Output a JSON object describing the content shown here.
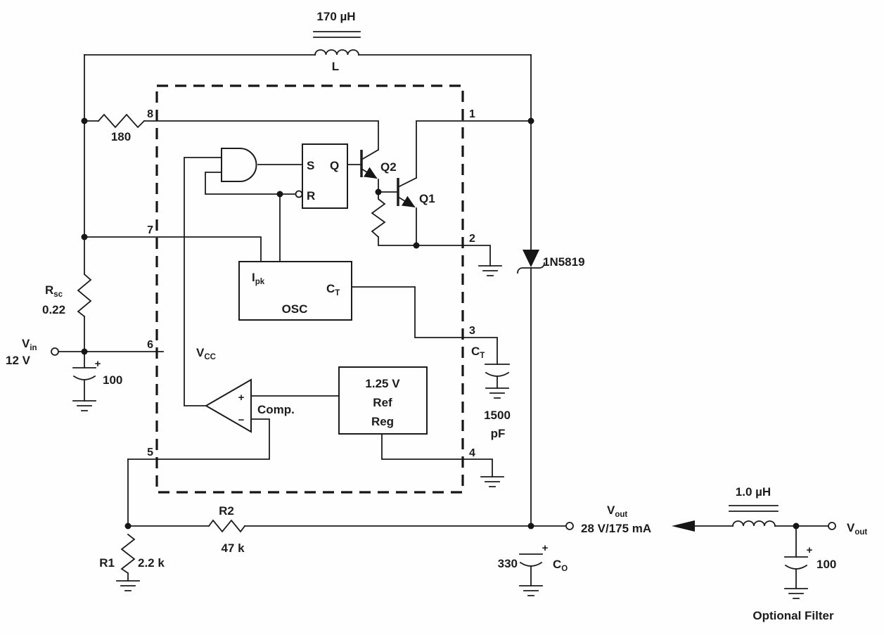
{
  "ic": {
    "pin_labels": {
      "p1": "1",
      "p2": "2",
      "p3": "3",
      "p4": "4",
      "p5": "5",
      "p6": "6",
      "p7": "7",
      "p8": "8"
    },
    "vcc": {
      "base": "V",
      "sub": "CC"
    },
    "latch": {
      "s": "S",
      "q": "Q",
      "r": "R"
    },
    "osc": {
      "title": "OSC",
      "ipk_base": "I",
      "ipk_sub": "pk",
      "ct_base": "C",
      "ct_sub": "T"
    },
    "comparator": {
      "label": "Comp.",
      "plus": "+",
      "minus": "−"
    },
    "ref_reg": {
      "line1": "1.25 V",
      "line2": "Ref",
      "line3": "Reg"
    },
    "q1": "Q1",
    "q2": "Q2"
  },
  "components": {
    "main_inductor": {
      "value": "170 µH",
      "ref": "L"
    },
    "base_drive_resistor": {
      "value": "180"
    },
    "sense_resistor": {
      "ref_base": "R",
      "ref_sub": "sc",
      "value": "0.22"
    },
    "input_cap": {
      "plus": "+",
      "value": "100"
    },
    "timing_cap": {
      "ref_base": "C",
      "ref_sub": "T",
      "value_line1": "1500",
      "value_line2": "pF"
    },
    "diode": {
      "part": "1N5819"
    },
    "r1": {
      "ref": "R1",
      "value": "2.2 k"
    },
    "r2": {
      "ref": "R2",
      "value": "47 k"
    },
    "output_cap": {
      "value": "330",
      "plus": "+",
      "ref_base": "C",
      "ref_sub": "O"
    },
    "filter": {
      "inductor_value": "1.0 µH",
      "cap_plus": "+",
      "cap_value": "100",
      "caption": "Optional Filter"
    }
  },
  "terminals": {
    "vin": {
      "base": "V",
      "sub": "in",
      "value": "12 V"
    },
    "vout": {
      "base": "V",
      "sub": "out",
      "value": "28 V/175 mA"
    },
    "vout_filtered": {
      "base": "V",
      "sub": "out"
    }
  }
}
